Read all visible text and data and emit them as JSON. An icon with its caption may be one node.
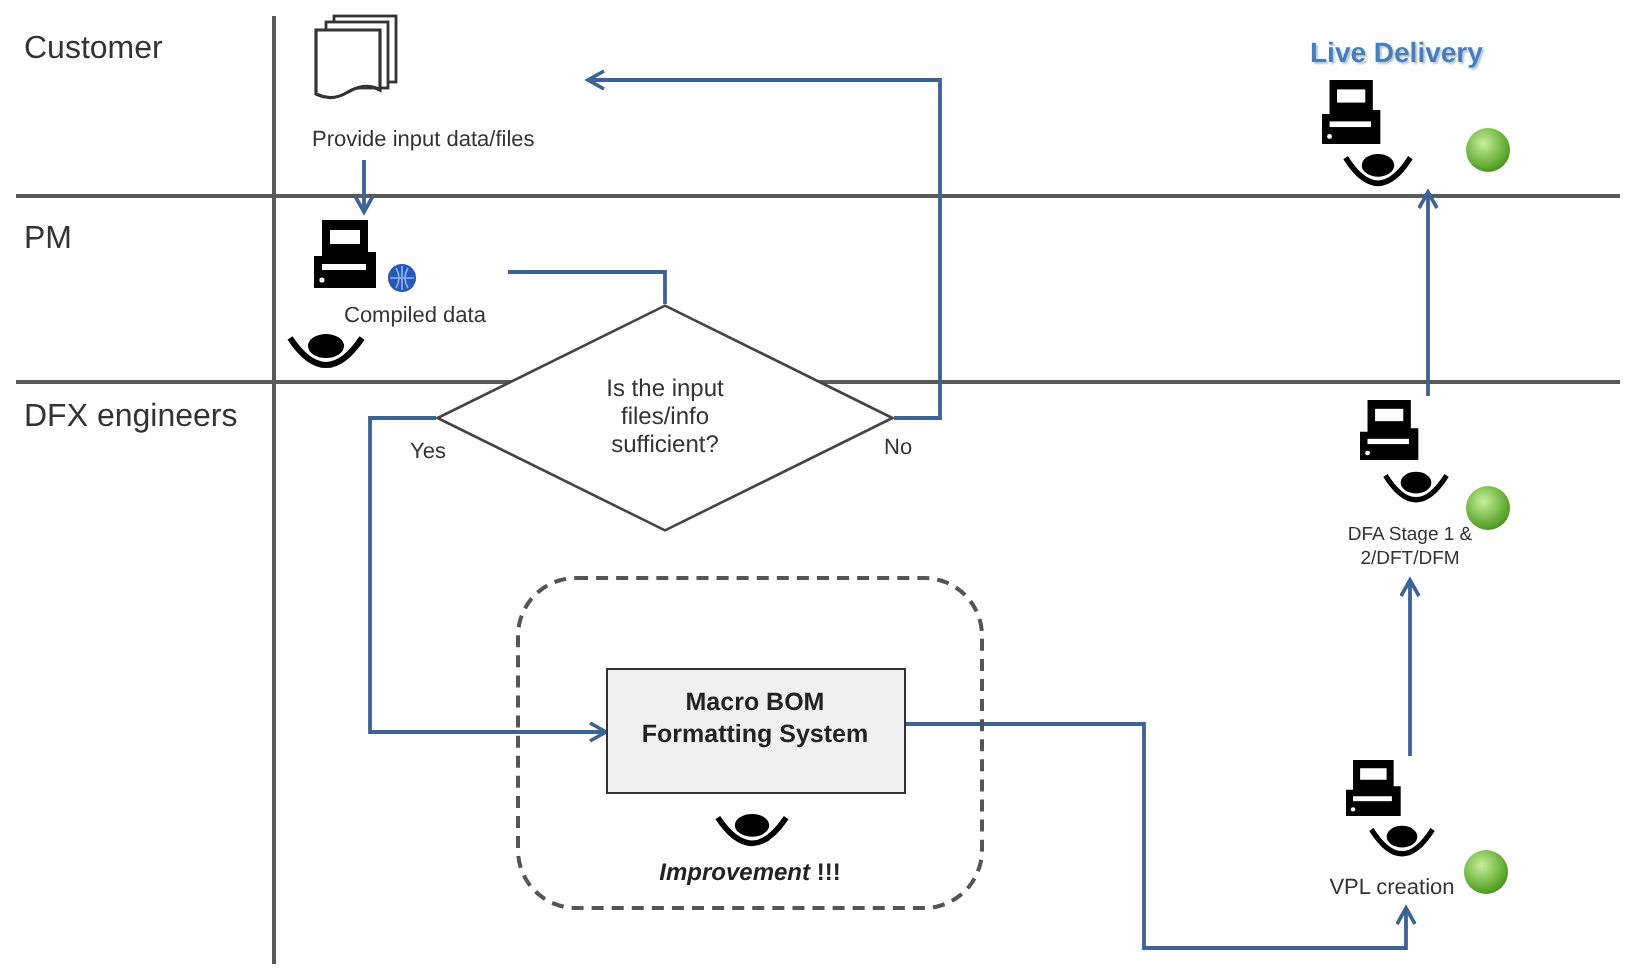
{
  "diagram": {
    "nodes": [
      {
        "text": [
          "Customer"
        ]
      },
      {
        "text": [
          "PM"
        ]
      },
      {
        "text": [
          "DFX engineers"
        ]
      },
      {
        "text": [
          "Provide input data/files"
        ],
        "in": 0
      },
      {
        "text": [
          "Compiled data"
        ],
        "in": 1
      },
      {
        "text": [
          "Is the input files/info sufficient?"
        ]
      },
      {
        "text": [
          "*Improvement* !!!"
        ],
        "in": 2
      },
      {
        "text": [
          "Macro BOM Formatting System"
        ],
        "in": 6
      },
      {
        "text": [
          "VPL creation"
        ],
        "in": 2
      },
      {
        "text": [
          "DFA Stage 1 & 2/DFT/DFM"
        ],
        "in": 2
      },
      {
        "text": [
          "Live Delivery"
        ],
        "in": 0
      }
    ],
    "edges": [
      {
        "from": 3,
        "to": 4,
        "arrow": "to"
      },
      {
        "from": 4,
        "to": 5,
        "arrow": "none"
      },
      {
        "from": 5,
        "to": 7,
        "label": "Yes",
        "arrow": "to"
      },
      {
        "from": 5,
        "to": 3,
        "label": "No",
        "arrow": "to"
      },
      {
        "from": 7,
        "to": 8,
        "arrow": "to"
      },
      {
        "from": 8,
        "to": 9,
        "arrow": "to"
      },
      {
        "from": 9,
        "to": 10,
        "arrow": "to"
      }
    ]
  }
}
